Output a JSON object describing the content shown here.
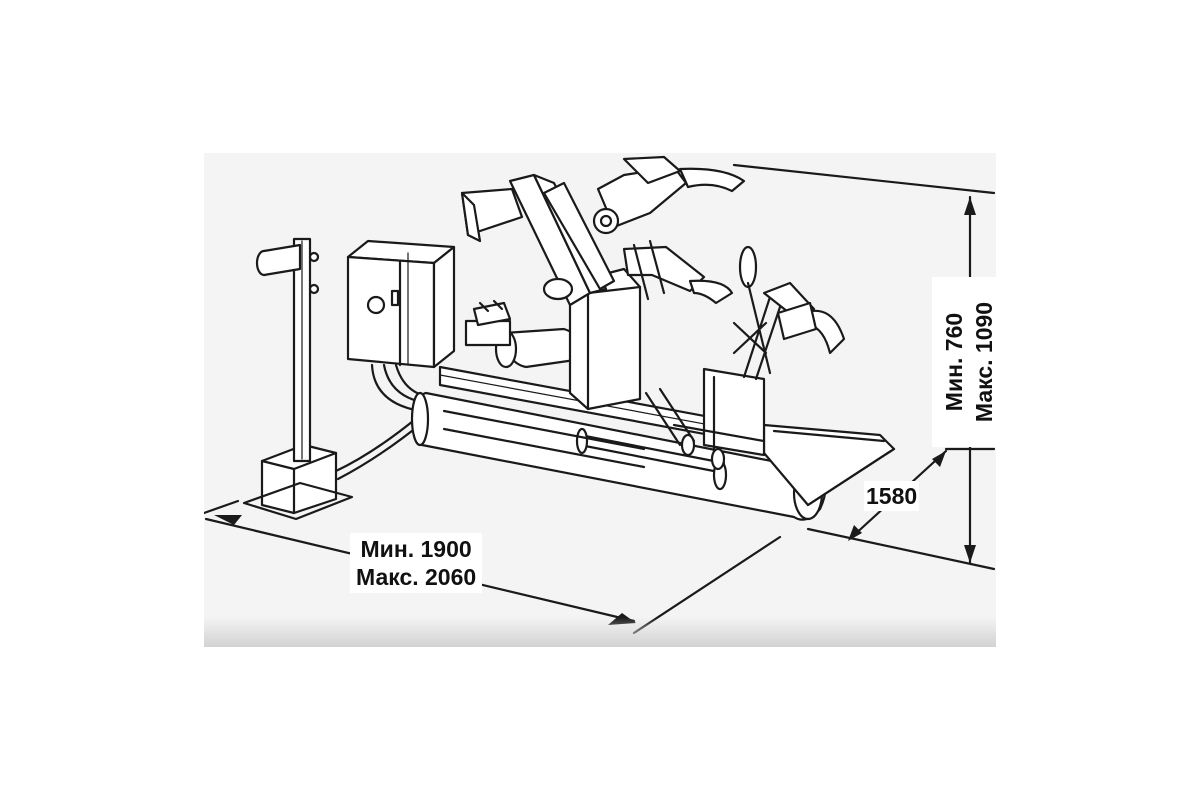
{
  "dimensions": {
    "length": {
      "min": "Мин. 1900",
      "max": "Макс. 2060"
    },
    "width": {
      "value": "1580"
    },
    "height": {
      "min": "Мин. 760",
      "max": "Макс. 1090"
    }
  },
  "colors": {
    "line": "#1a1a1a",
    "paper": "#f4f4f4",
    "background": "#ffffff"
  }
}
